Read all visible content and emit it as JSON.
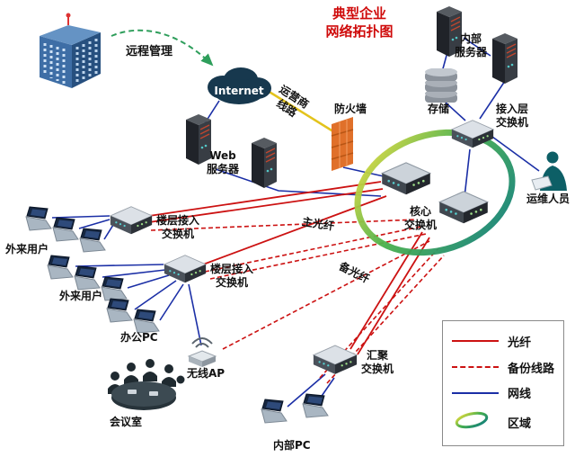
{
  "title": "典型企业\n网络拓扑图",
  "labels": {
    "remote_mgmt": "远程管理",
    "internet": "Internet",
    "carrier": "运营商\n线路",
    "firewall": "防火墙",
    "web_server": "Web\n服务器",
    "internal_server": "内部\n服务器",
    "storage": "存储",
    "access_switch": "接入层\n交换机",
    "ops": "运维人员",
    "core_switch": "核心\n交换机",
    "floor_switch": "楼层接入\n交换机",
    "ext_users": "外来用户",
    "office_pc": "办公PC",
    "wireless_ap": "无线AP",
    "meeting": "会议室",
    "agg_switch": "汇聚\n交换机",
    "internal_pc": "内部PC",
    "main_fiber": "主光纤",
    "backup_fiber": "备光纤"
  },
  "legend": {
    "fiber": "光纤",
    "backup": "备份线路",
    "cable": "网线",
    "area": "区域"
  },
  "colors": {
    "fiber": "#cc1212",
    "cable": "#1b2fa6",
    "carrier": "#e3c31c",
    "mgmt": "#2e9e5b",
    "title": "#cf0a0a",
    "ring_start": "#f2e03c",
    "ring_mid": "#49b04c",
    "ring_end": "#0c7b80"
  }
}
